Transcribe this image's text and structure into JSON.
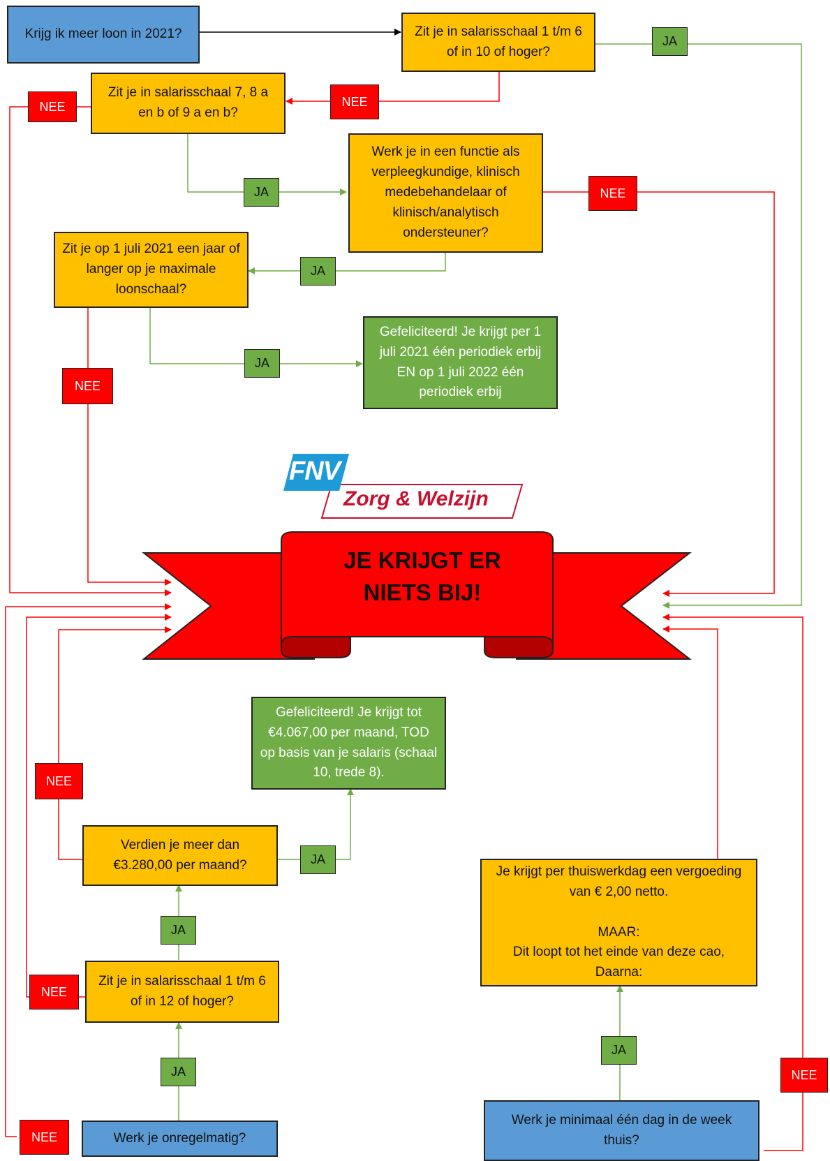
{
  "questions": {
    "q_start": "Krijg ik meer loon in 2021?",
    "q_scale_1_6_10": "Zit je in salarisschaal 1 t/m 6 of in 10 of hoger?",
    "q_scale_7_8_9": "Zit je in salarisschaal 7, 8 a en b of 9 a en b?",
    "q_function": "Werk je in een functie als verpleegkundige, klinisch medebehandelaar of klinisch/analytisch ondersteuner?",
    "q_max_scale": "Zit je op 1 juli 2021 een jaar of langer op je maximale loonschaal?",
    "q_earn_more": "Verdien je meer dan €3.280,00 per maand?",
    "q_scale_1_6_12": "Zit je in salarisschaal 1 t/m 6 of in 12 of hoger?",
    "q_irregular": "Werk je onregelmatig?",
    "q_home": "Werk je minimaal één dag in de week thuis?"
  },
  "outcomes": {
    "periodiek": "Gefeliciteerd! Je krijgt per 1 juli 2021 één periodiek erbij EN op 1 juli 2022 één periodiek erbij",
    "tod": "Gefeliciteerd! Je krijgt tot €4.067,00 per maand, TOD op basis van je salaris (schaal 10, trede 8).",
    "home_allowance": "Je krijgt per thuiswerkdag een vergoeding van € 2,00 netto.\n\nMAAR:\nDit loopt tot het einde van deze cao,\nDaarna:",
    "nothing_line1": "JE KRIJGT ER",
    "nothing_line2": "NIETS BIJ!"
  },
  "labels": {
    "yes": "JA",
    "no": "NEE"
  },
  "logo": {
    "brand": "FNV",
    "name": "Zorg & Welzijn"
  },
  "colors": {
    "start_box": "#5b9bd5",
    "question_box": "#ffc000",
    "outcome_box": "#70ad47",
    "yes_tag": "#70ad47",
    "no_tag": "#ff0000",
    "yes_line": "#70ad47",
    "no_line": "#ff0000",
    "banner": "#ff0000",
    "logo_blue": "#1e9bd7",
    "logo_red": "#c8102e"
  }
}
